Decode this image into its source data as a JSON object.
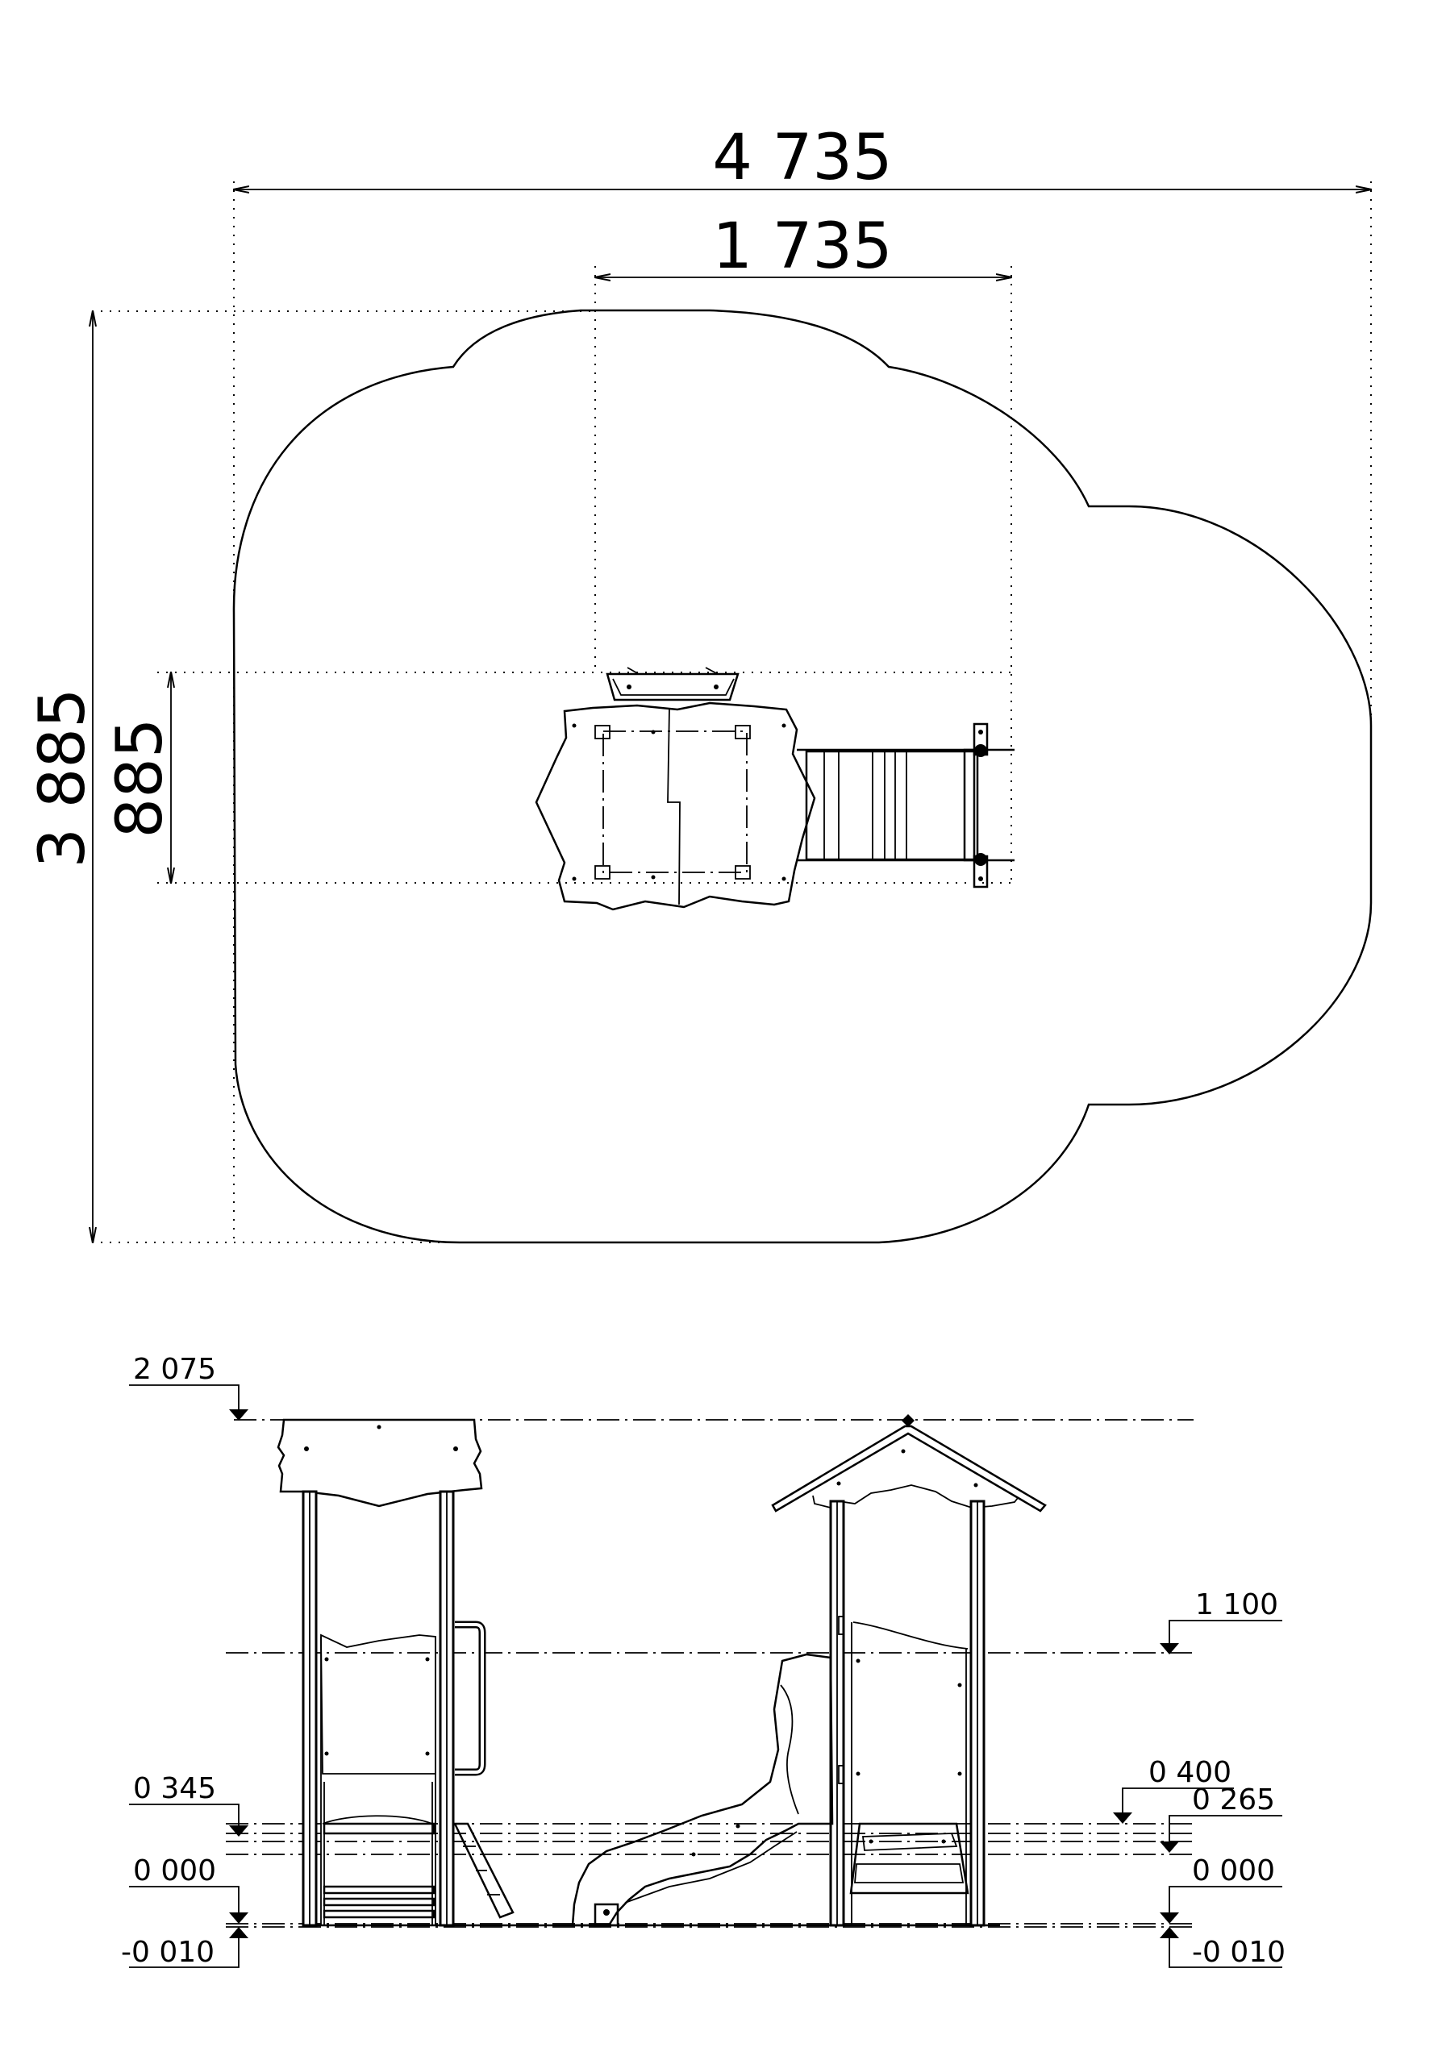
{
  "plan": {
    "overall_width": "4 735",
    "equipment_width": "1 735",
    "overall_depth": "3 885",
    "equipment_depth": "885"
  },
  "elevation": {
    "levels_left": [
      "2 075",
      "0 345",
      "0 000",
      "-0 010"
    ],
    "levels_right": [
      "1 100",
      "0 400",
      "0 265",
      "0 000",
      "-0 010"
    ]
  }
}
